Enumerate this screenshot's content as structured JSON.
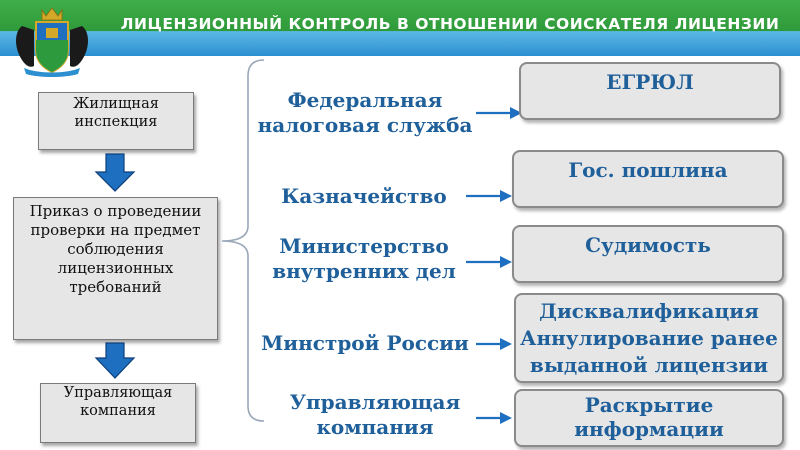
{
  "header": {
    "title": "ЛИЦЕНЗИОННЫЙ КОНТРОЛЬ В ОТНОШЕНИИ СОИСКАТЕЛЯ ЛИЦЕНЗИИ"
  },
  "colors": {
    "header_green": "#2f9a3a",
    "header_blue": "#2b8fd0",
    "label_blue": "#1f5f9a",
    "arrow_blue": "#1f6fc0",
    "box_fill": "#e6e6e6"
  },
  "flow": {
    "housing_inspection": "Жилищная инспекция",
    "order": "Приказ о проведении проверки на предмет соблюдения лицензионных требований",
    "managing_company": "Управляющая компания"
  },
  "agencies": [
    "Федеральная налоговая служба",
    "Казначейство",
    "Министерство внутренних дел",
    "Минстрой России",
    "Управляющая компания"
  ],
  "results": [
    "ЕГРЮЛ",
    "Гос. пошлина",
    "Судимость",
    "Дисквалификация Аннулирование ранее выданной лицензии",
    "Раскрытие информации"
  ]
}
